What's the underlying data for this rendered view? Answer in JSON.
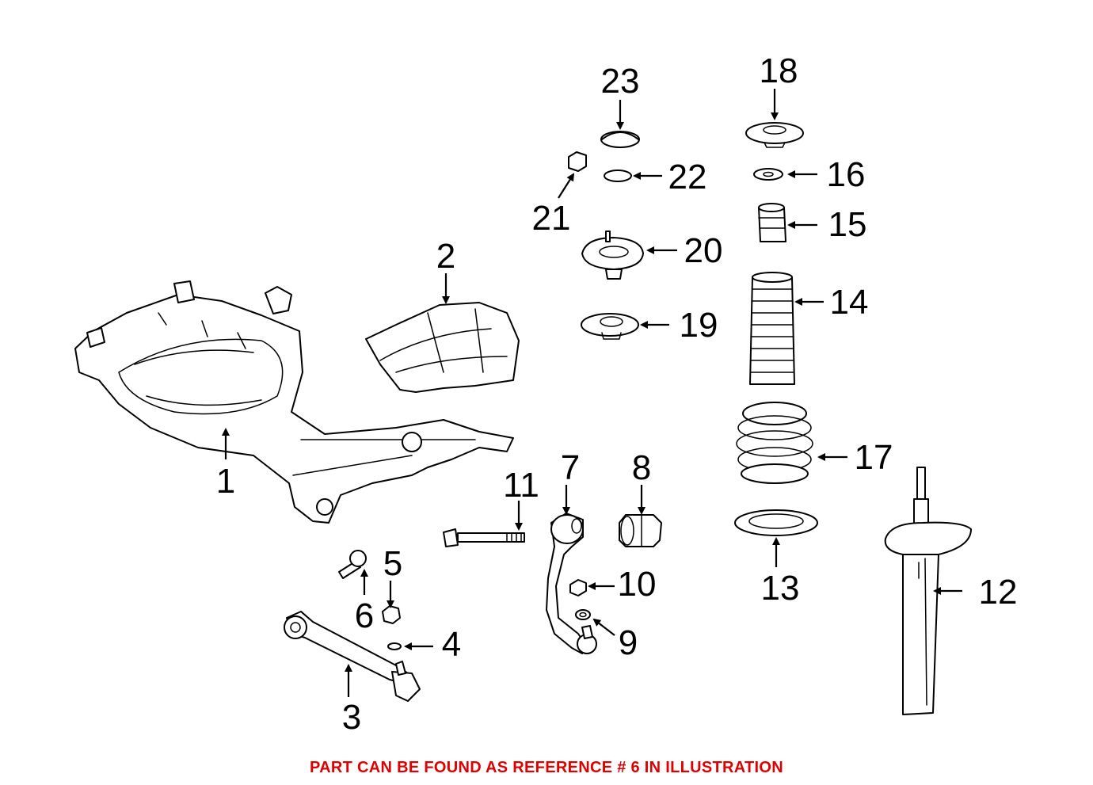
{
  "diagram": {
    "callouts": [
      "1",
      "2",
      "3",
      "4",
      "5",
      "6",
      "7",
      "8",
      "9",
      "10",
      "11",
      "12",
      "13",
      "14",
      "15",
      "16",
      "17",
      "18",
      "19",
      "20",
      "21",
      "22",
      "23"
    ]
  },
  "footer": {
    "note": "PART CAN BE FOUND AS REFERENCE # 6 IN ILLUSTRATION",
    "note_color": "#e00000"
  }
}
